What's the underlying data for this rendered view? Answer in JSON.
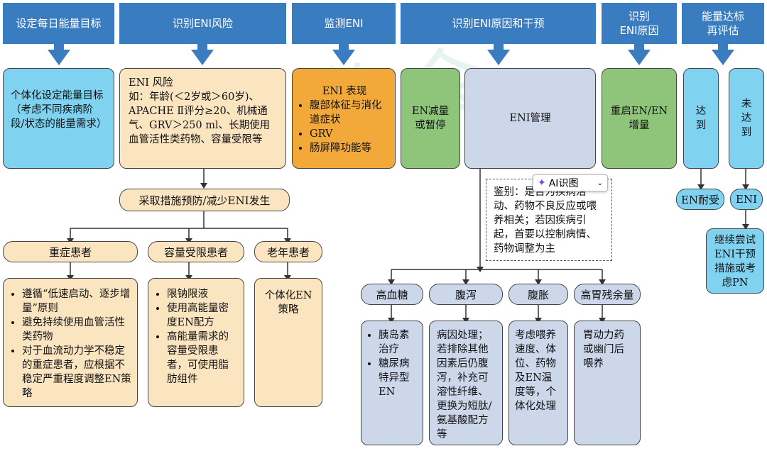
{
  "headers": {
    "h1": "设定每日能量目标",
    "h2": "识别ENI风险",
    "h3": "监测ENI",
    "h4": "识别ENI原因和干预",
    "h5": [
      "识别",
      "ENI原因"
    ],
    "h6": [
      "能量达标",
      "再评估"
    ]
  },
  "row1": {
    "energy_target": "个体化设定能量目标（考虑不同疾病阶段/状态的能量需求）",
    "risk_title": "ENI 风险",
    "risk_body": "如：年龄(＜2岁或＞60岁)、APACHE Ⅱ评分≥20、机械通气、GRV＞250 ml、长期使用血管活性类药物、容量受限等",
    "eni_title": "ENI 表现",
    "eni_items": [
      "腹部体征与消化道症状",
      "GRV",
      "肠屏障功能等"
    ],
    "en_reduce": "EN减量或暂停",
    "eni_manage": "ENI管理",
    "restart": "重启EN/EN增量",
    "reach": "达到",
    "not_reach": "未达到"
  },
  "prevent": "采取措施预防/减少ENI发生",
  "groups": {
    "critical": "重症患者",
    "volume": "容量受限患者",
    "elderly": "老年患者"
  },
  "group_details": {
    "critical": [
      "遵循“低速启动、逐步增量”原则",
      "避免持续使用血管活性类药物",
      "对于血流动力学不稳定的重症患者，应根据不稳定严重程度调整EN策略"
    ],
    "volume": [
      "限钠限液",
      "使用高能量密度EN配方",
      "高能量需求的容量受限患者，可使用脂肪组件"
    ],
    "elderly": "个体化EN策略"
  },
  "identify_note": "鉴别：是否为疾病活动、药物不良反应或喂养相关；若因疾病引起，首要以控制病情、药物调整为主",
  "ai_button": "AI识图",
  "en_tolerance": "EN耐受",
  "eni_label": "ENI",
  "continue_note": "继续尝试ENI干预措施或考虑PN",
  "symptoms": {
    "hyperglycemia": "高血糖",
    "diarrhea": "腹泻",
    "bloating": "腹胀",
    "high_grv": "高胃残余量"
  },
  "symptom_details": {
    "hyperglycemia": [
      "胰岛素治疗",
      "糖尿病特异型EN"
    ],
    "diarrhea": "病因处理；若排除其他因素后仍腹泻，补充可溶性纤维、更换为短肽/氨基酸配方等",
    "bloating": "考虑喂养速度、体位、药物及EN温度等，个体化处理",
    "high_grv": "胃动力药或幽门后喂养"
  },
  "colors": {
    "header": "#3a7cc0",
    "cyan": "#7fd3f0",
    "beige": "#fbe5c0",
    "orange": "#f3a93a",
    "green": "#8fc57a",
    "light_blue": "#ccd7ea"
  }
}
